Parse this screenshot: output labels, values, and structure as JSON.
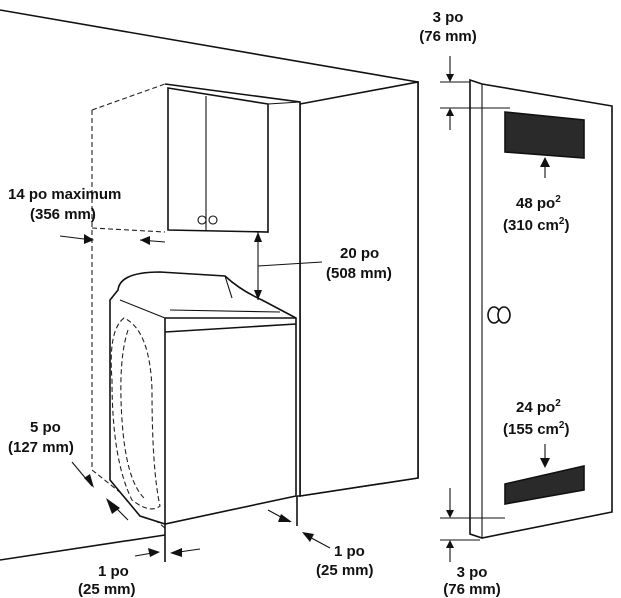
{
  "labels": {
    "top_gap": {
      "imperial": "3 po",
      "metric": "(76 mm)"
    },
    "bottom_gap": {
      "imperial": "3 po",
      "metric": "(76 mm)"
    },
    "upper_vent": {
      "imperial": "48 po",
      "sup": "2",
      "metric": "(310 cm",
      "metric_sup": "2",
      "metric_close": ")"
    },
    "lower_vent": {
      "imperial": "24 po",
      "sup": "2",
      "metric": "(155 cm",
      "metric_sup": "2",
      "metric_close": ")"
    },
    "cabinet_depth": {
      "imperial": "14 po maximum",
      "metric": "(356 mm)"
    },
    "cabinet_clearance": {
      "imperial": "20 po",
      "metric": "(508 mm)"
    },
    "front_clearance": {
      "imperial": "5 po",
      "metric": "(127 mm)"
    },
    "side_clearance_left": {
      "imperial": "1 po",
      "metric": "(25 mm)"
    },
    "side_clearance_right": {
      "imperial": "1 po",
      "metric": "(25 mm)"
    }
  }
}
